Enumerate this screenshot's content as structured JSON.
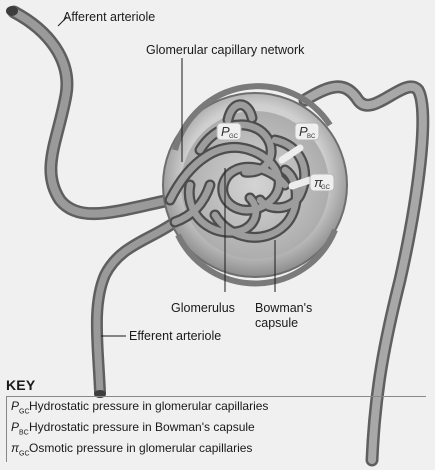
{
  "labels": {
    "afferent": "Afferent arteriole",
    "network": "Glomerular capillary network",
    "glomerulus": "Glomerulus",
    "bowman_line1": "Bowman's",
    "bowman_line2": "capsule",
    "efferent": "Efferent arteriole"
  },
  "tags": {
    "pgc": {
      "main": "P",
      "sub": "GC"
    },
    "pbc": {
      "main": "P",
      "sub": "BC"
    },
    "pigc": {
      "main": "π",
      "sub": "GC"
    }
  },
  "key": {
    "title": "KEY",
    "rows": [
      {
        "symbol": "P",
        "sub": "GC",
        "text": "Hydrostatic pressure in glomerular capillaries"
      },
      {
        "symbol": "P",
        "sub": "BC",
        "text": "Hydrostatic pressure in Bowman's capsule"
      },
      {
        "symbol": "π",
        "sub": "GC",
        "text": "Osmotic pressure in glomerular capillaries"
      }
    ]
  },
  "colors": {
    "background": "#f0f0f0",
    "vessel": "#8a8a8a",
    "vessel_dark": "#5f5f5f",
    "capsule_outer": "#9a9a9a",
    "capsule_inner": "#d6d6d6"
  }
}
